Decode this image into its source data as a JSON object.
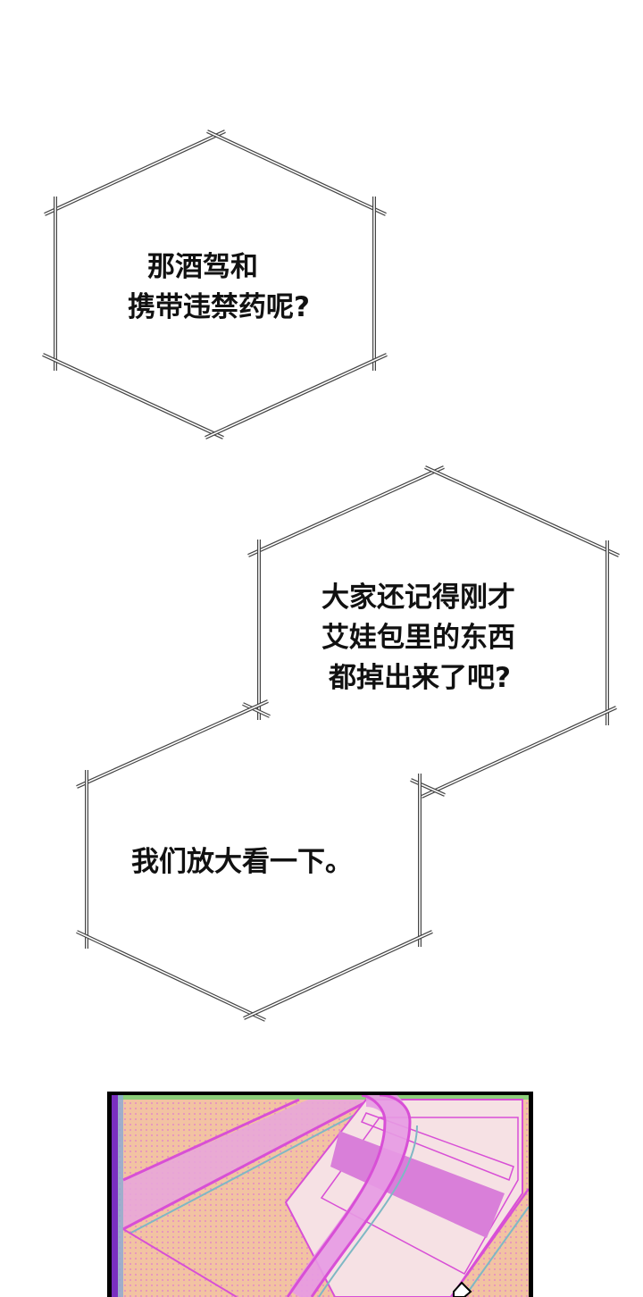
{
  "bubbles": [
    {
      "id": "bubble-1",
      "lines": [
        "那酒驾和",
        "携带违禁药呢?"
      ]
    },
    {
      "id": "bubble-2",
      "lines": [
        "大家还记得刚才",
        "艾娃包里的东西",
        "都掉出来了吧?"
      ]
    },
    {
      "id": "bubble-3",
      "lines": [
        "我们放大看一下。"
      ]
    }
  ],
  "panel": {
    "description": "comic panel showing a bag strap and a card in pink and peach halftone tones",
    "colors": {
      "border": "#000000",
      "left_strip": "#7a2fc0",
      "top_strip": "#8ccf7a",
      "background": "#f2c3a2",
      "strap": "#e79ae3",
      "strap_edge": "#d84fd6",
      "card": "#f6e1e4",
      "card_stripe": "#d97fd9",
      "teal_offset": "#7fb8c4"
    }
  },
  "colors": {
    "page_background": "#ffffff",
    "bubble_outline": "#333333",
    "text": "#111111"
  }
}
